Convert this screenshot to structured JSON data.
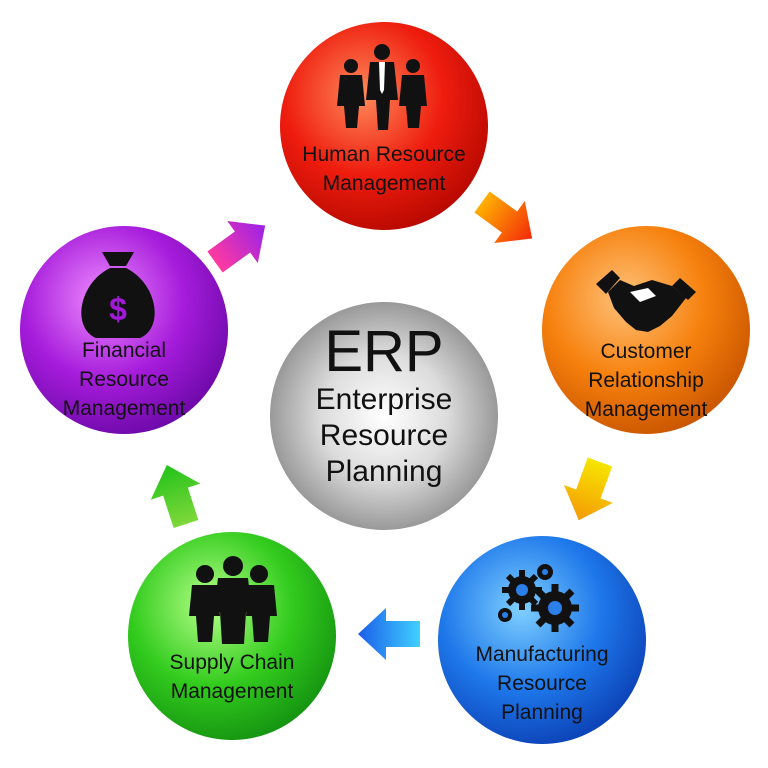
{
  "center": {
    "abbreviation": "ERP",
    "full_lines": [
      "Enterprise",
      "Resource",
      "Planning"
    ]
  },
  "nodes": [
    {
      "key": "hr",
      "label_lines": [
        "Human Resource",
        "Management"
      ],
      "color": "#e8170c",
      "icon": "group-people-icon"
    },
    {
      "key": "crm",
      "label_lines": [
        "Customer",
        "Relationship",
        "Management"
      ],
      "color": "#f47a0a",
      "icon": "handshake-icon"
    },
    {
      "key": "mrp",
      "label_lines": [
        "Manufacturing",
        "Resource",
        "Planning"
      ],
      "color": "#1a6ee8",
      "icon": "gears-icon"
    },
    {
      "key": "scm",
      "label_lines": [
        "Supply Chain",
        "Management"
      ],
      "color": "#2fc81e",
      "icon": "team-icon"
    },
    {
      "key": "frm",
      "label_lines": [
        "Financial",
        "Resource",
        "Management"
      ],
      "color": "#a21ad8",
      "icon": "money-bag-icon"
    }
  ],
  "colors": {
    "hr": "#e8170c",
    "crm": "#f47a0a",
    "mrp": "#1a6ee8",
    "scm": "#2fc81e",
    "frm": "#a21ad8",
    "center": "#9a9a9a",
    "icon": "#111111"
  }
}
